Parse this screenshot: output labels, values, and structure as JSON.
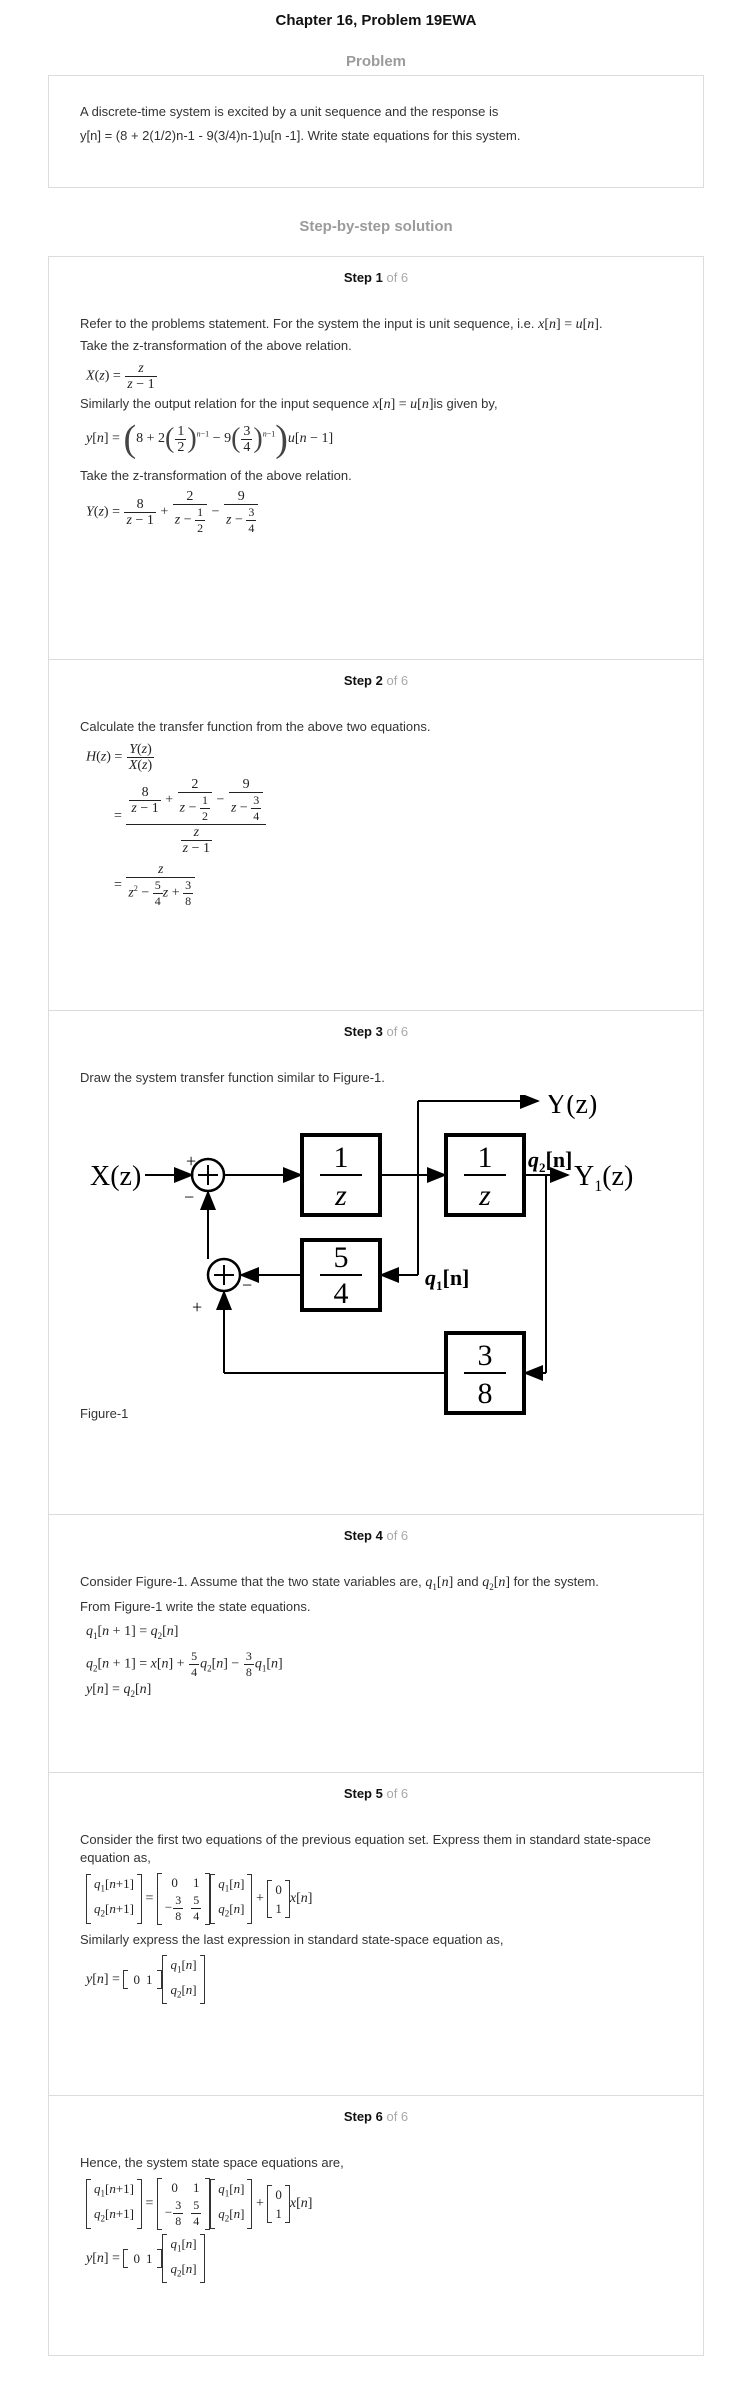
{
  "header": {
    "title": "Chapter 16, Problem 19EWA",
    "problem_label": "Problem",
    "solution_label": "Step-by-step solution"
  },
  "problem": {
    "line1": "A discrete-time system is excited by a unit sequence and the response is",
    "line2": "y[n] = (8 + 2(1/2)n-1 - 9(3/4)n-1)u[n -1]. Write state equations for this system."
  },
  "steps": [
    {
      "num": "Step 1",
      "of": "of 6",
      "p1": "Refer to the problems statement. For the system the input is unit sequence, i.e.",
      "p2": "Take the z-transformation of the above relation.",
      "p3": "Similarly the output relation for the input sequence",
      "p3b": "is given by,",
      "p4": "Take the z-transformation of the above relation."
    },
    {
      "num": "Step 2",
      "of": "of 6",
      "p1": "Calculate the transfer function from the above two equations."
    },
    {
      "num": "Step 3",
      "of": "of 6",
      "p1": "Draw the system transfer function similar to Figure-1.",
      "caption": "Figure-1"
    },
    {
      "num": "Step 4",
      "of": "of 6",
      "p1a": "Consider Figure-1. Assume that the two state variables are,",
      "p1b": "and",
      "p1c": "for the system.",
      "p2": "From Figure-1 write the state equations."
    },
    {
      "num": "Step 5",
      "of": "of 6",
      "p1": "Consider the first two equations of the previous equation set. Express them in standard state-space equation as,",
      "p2": "Similarly express the last expression in standard state-space equation as,"
    },
    {
      "num": "Step 6",
      "of": "of 6",
      "p1": "Hence, the system state space equations are,"
    }
  ],
  "diagram": {
    "input": "X(z)",
    "output_top": "Y(z)",
    "output_right": "Y",
    "output_right_sub": "1",
    "output_right_tail": "(z)",
    "block1_num": "1",
    "block1_den": "z",
    "block2_num": "1",
    "block2_den": "z",
    "block3_num": "5",
    "block3_den": "4",
    "block4_num": "3",
    "block4_den": "8",
    "q1": "q",
    "q1_sub": "1",
    "q1_tail": "[n]",
    "q2": "q",
    "q2_sub": "2",
    "q2_tail": "[n]",
    "sign_plus": "+",
    "sign_minus": "−"
  }
}
